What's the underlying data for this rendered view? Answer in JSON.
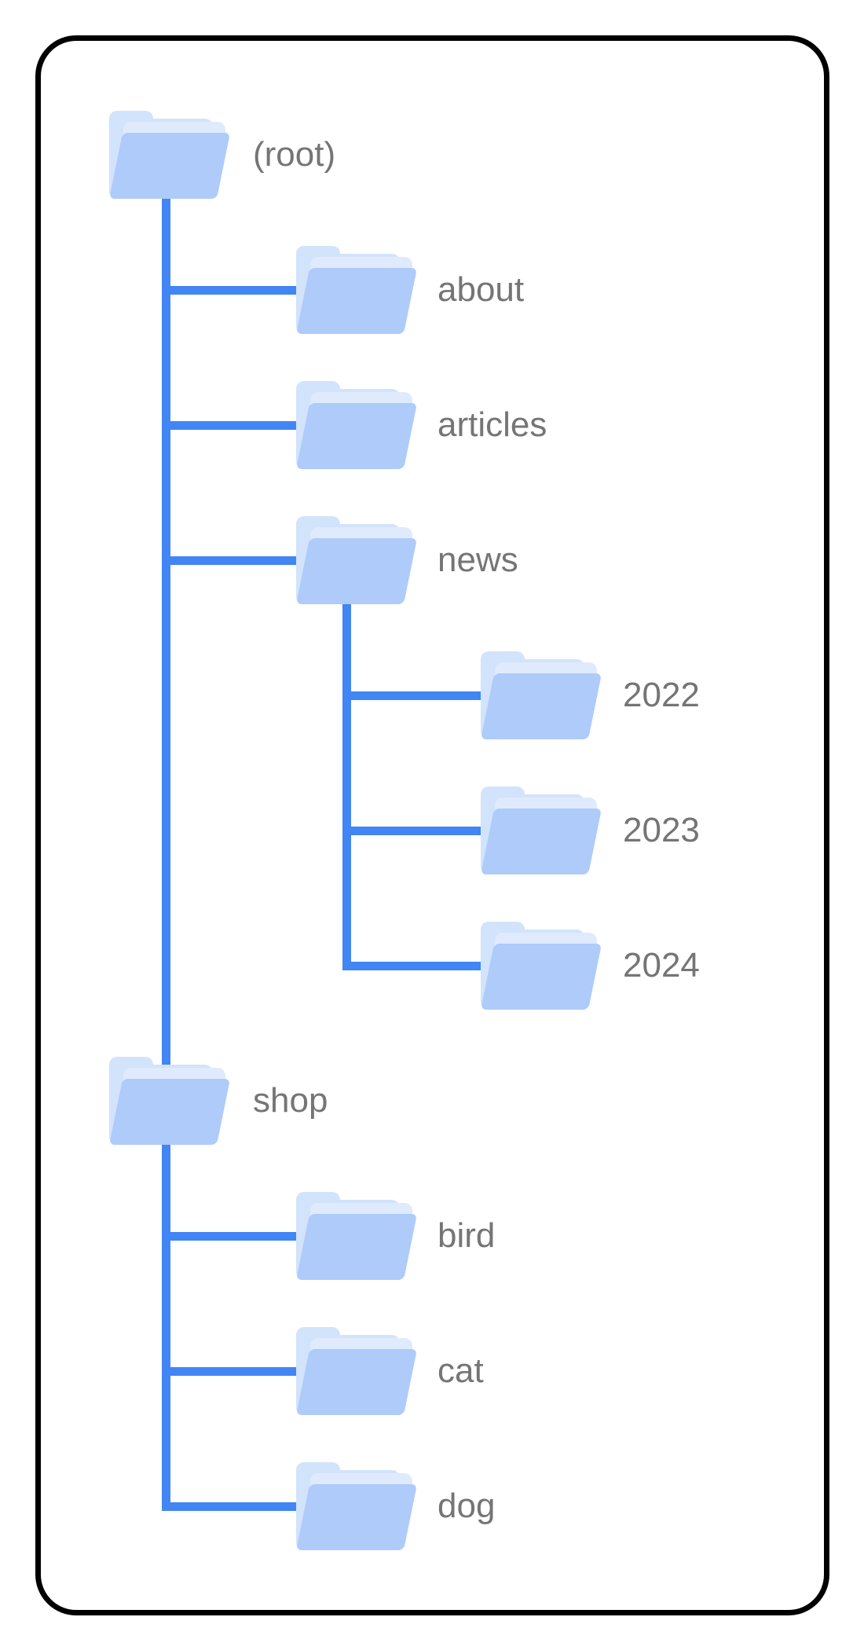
{
  "diagram": {
    "type": "folder-tree",
    "nodes": [
      {
        "id": "root",
        "label": "(root)",
        "col": 0,
        "row": 0
      },
      {
        "id": "about",
        "label": "about",
        "col": 1,
        "row": 1
      },
      {
        "id": "articles",
        "label": "articles",
        "col": 1,
        "row": 2
      },
      {
        "id": "news",
        "label": "news",
        "col": 1,
        "row": 3
      },
      {
        "id": "y2022",
        "label": "2022",
        "col": 2,
        "row": 4
      },
      {
        "id": "y2023",
        "label": "2023",
        "col": 2,
        "row": 5
      },
      {
        "id": "y2024",
        "label": "2024",
        "col": 2,
        "row": 6
      },
      {
        "id": "shop",
        "label": "shop",
        "col": 0,
        "row": 7
      },
      {
        "id": "bird",
        "label": "bird",
        "col": 1,
        "row": 8
      },
      {
        "id": "cat",
        "label": "cat",
        "col": 1,
        "row": 9
      },
      {
        "id": "dog",
        "label": "dog",
        "col": 1,
        "row": 10
      }
    ],
    "hierarchy": {
      "(root)": [
        "about",
        "articles",
        "news",
        "shop"
      ],
      "news": [
        "2022",
        "2023",
        "2024"
      ],
      "shop": [
        "bird",
        "cat",
        "dog"
      ]
    },
    "colors": {
      "connector": "#4285f4",
      "folder_front": "#aecbfa",
      "folder_back": "#d2e3fc",
      "folder_sheet": "#e0eafd",
      "label_text": "#757575",
      "frame_border": "#000000",
      "background": "#ffffff"
    }
  }
}
